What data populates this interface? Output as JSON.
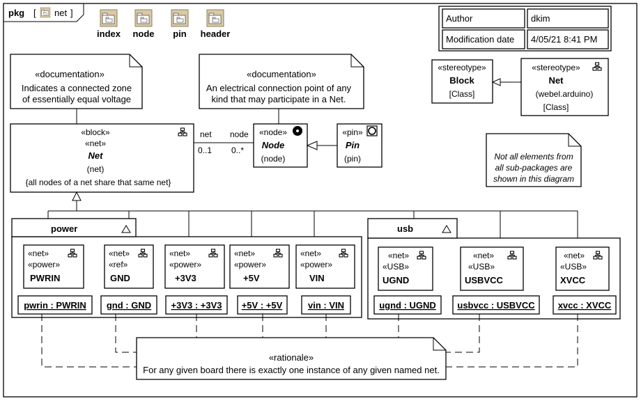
{
  "frame": {
    "kind": "pkg",
    "name": "net"
  },
  "packages": [
    {
      "id": "index",
      "label": "index"
    },
    {
      "id": "node",
      "label": "node"
    },
    {
      "id": "pin",
      "label": "pin"
    },
    {
      "id": "header",
      "label": "header"
    }
  ],
  "info_table": {
    "author_label": "Author",
    "author_value": "dkim",
    "modified_label": "Modification date",
    "modified_value": "4/05/21 8:41 PM"
  },
  "docs": {
    "net_doc": {
      "stereotype": "«documentation»",
      "line1": "Indicates a connected zone",
      "line2": "of essentially equal voltage"
    },
    "node_doc": {
      "stereotype": "«documentation»",
      "line1": "An electrical connection point of any",
      "line2": "kind that may participate in a Net."
    }
  },
  "stereotypes": {
    "block": {
      "stereo": "«stereotype»",
      "name": "Block",
      "meta": "[Class]"
    },
    "net": {
      "stereo": "«stereotype»",
      "name": "Net",
      "profile": "(webel.arduino)",
      "meta": "[Class]"
    }
  },
  "net_block": {
    "stereo1": "«block»",
    "stereo2": "«net»",
    "name": "Net",
    "owner": "(net)",
    "constraint": "{all nodes of a net share that same net}"
  },
  "node_block": {
    "stereo": "«node»",
    "name": "Node",
    "owner": "(node)"
  },
  "pin_block": {
    "stereo": "«pin»",
    "name": "Pin",
    "owner": "(pin)"
  },
  "association": {
    "end_net_role": "net",
    "end_net_mult": "0..1",
    "end_node_role": "node",
    "end_node_mult": "0..*"
  },
  "note": {
    "line1": "Not all elements from",
    "line2": "all sub-packages are",
    "line3": "shown in this diagram"
  },
  "groups": {
    "power": {
      "title": "power",
      "items": [
        {
          "s1": "«net»",
          "s2": "«power»",
          "name": "PWRIN",
          "instance": "pwrin : PWRIN"
        },
        {
          "s1": "«net»",
          "s2": "«ref»",
          "name": "GND",
          "instance": "gnd : GND"
        },
        {
          "s1": "«net»",
          "s2": "«power»",
          "name": "+3V3",
          "instance": "+3V3 : +3V3"
        },
        {
          "s1": "«net»",
          "s2": "«power»",
          "name": "+5V",
          "instance": "+5V : +5V"
        },
        {
          "s1": "«net»",
          "s2": "«power»",
          "name": "VIN",
          "instance": "vin : VIN"
        }
      ]
    },
    "usb": {
      "title": "usb",
      "items": [
        {
          "s1": "«net»",
          "s2": "«USB»",
          "name": "UGND",
          "instance": "ugnd : UGND"
        },
        {
          "s1": "«net»",
          "s2": "«USB»",
          "name": "USBVCC",
          "instance": "usbvcc : USBVCC"
        },
        {
          "s1": "«net»",
          "s2": "«USB»",
          "name": "XVCC",
          "instance": "xvcc : XVCC"
        }
      ]
    }
  },
  "rationale": {
    "stereo": "«rationale»",
    "text": "For any given board there is exactly one instance of any given named net."
  }
}
